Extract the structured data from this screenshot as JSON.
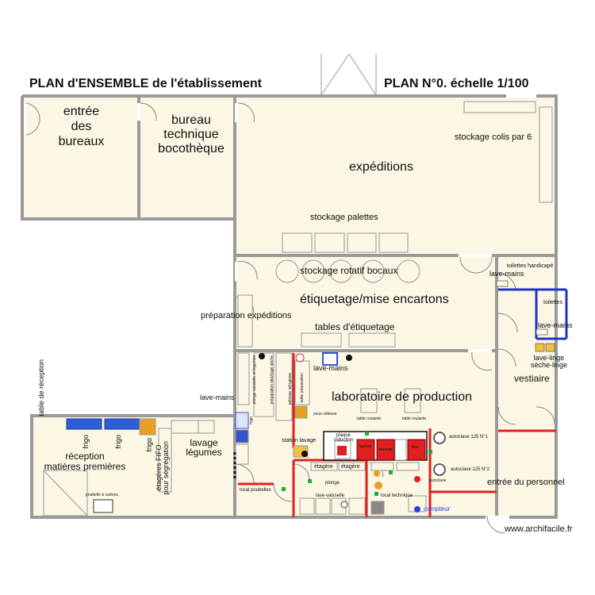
{
  "header": {
    "title_left": "PLAN d'ENSEMBLE de l'établissement",
    "title_right": "PLAN N°0. échelle 1/100"
  },
  "rooms": {
    "entree": "entrée\ndes\nbureaux",
    "bureau": "bureau\ntechnique\nbocothèque",
    "expeditions": "expéditions",
    "stockage_colis": "stockage colis par 6",
    "stockage_palettes": "stockage palettes",
    "stockage_rotatif": "stockage rotatif bocaux",
    "etiquetage": "étiquetage/mise encartons",
    "preparation": "préparation expéditions",
    "tables_etiquetage": "tables d'étiquetage",
    "toilettes_handicape": "toilettes handicapé",
    "lave_mains_1": "lave-mains",
    "toilettes": "toilettes",
    "lave_mains_2": "lave-mains",
    "lave_linge": "lave-linge\nsèche-linge",
    "vestiaire": "vestiaire",
    "lave_mains_3": "lave-mains",
    "lave_mains_4": "lave-mains",
    "laboratoire": "laboratoire de production",
    "table_reception": "table de réception",
    "reception": "réception\nmatières premières",
    "lavage": "lavage\nlégumes",
    "etageres_fifo": "étagères FIFO\npour ségrégation",
    "frigo_1": "frigo",
    "frigo_2": "frigo",
    "frigo_3": "frigo",
    "station_lavage": "station lavage",
    "plaque": "plaque\ninduction",
    "autoclave_1": "autoclave 125 N°1",
    "autoclave_2": "autoclave 125 N°2",
    "entree_personnel": "entrée du personnel",
    "etagere_1": "étagère",
    "etagere_2": "étagère",
    "plonge": "plonge",
    "lave_vaisselle": "lave-vaisselle",
    "local_poubelles": "local poubelles",
    "local_technique": "local technique",
    "compteur": "compteur",
    "poubelle_cartons": "poubelle à cartons",
    "table_roulante_1": "table roulante",
    "table_roulante_2": "table roulante",
    "sous_videuse": "sous-videuse",
    "table_preparation": "table préparation",
    "vertical_1": "plonge vaisselle et légumes",
    "vertical_2": "préparation stockage sèche",
    "vertical_3": "pétrisse réfrigérée",
    "vertical_4": "frigo",
    "hachoir": "hachoir",
    "marmite": "marmite",
    "four": "four",
    "autoclave_small": "autoclave"
  },
  "footer": {
    "watermark": "www.archifacile.fr"
  }
}
